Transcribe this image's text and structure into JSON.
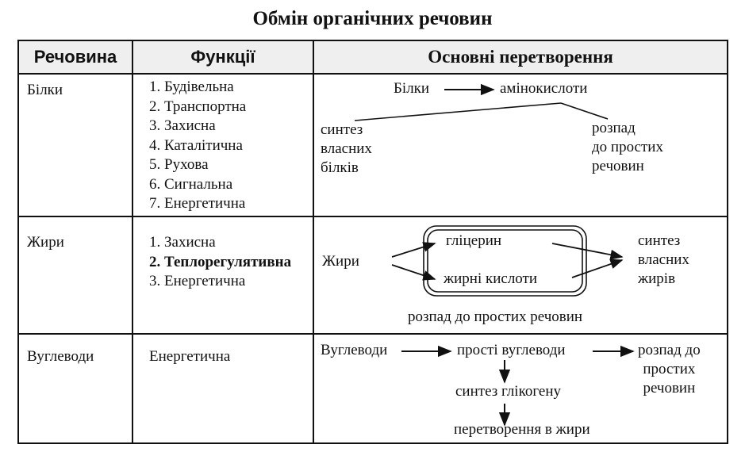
{
  "title": "Обмін органічних речовин",
  "headers": {
    "substance": "Речовина",
    "functions": "Функції",
    "transformations": "Основні перетворення"
  },
  "rows": [
    {
      "substance": "Білки",
      "functions": [
        "1. Будівельна",
        "2. Транспортна",
        "3. Захисна",
        "4. Каталітична",
        "5. Рухова",
        "6. Сигнальна",
        "7. Енергетична"
      ],
      "flow": {
        "start": "Білки",
        "product": "амінокислоти",
        "left_lines": [
          "синтез",
          "власних",
          "білків"
        ],
        "right_lines": [
          "розпад",
          "до простих",
          "речовин"
        ]
      }
    },
    {
      "substance": "Жири",
      "functions": [
        "1. Захисна",
        "2. Теплорегулятивна",
        "3. Енергетична"
      ],
      "flow": {
        "start": "Жири",
        "product_a": "гліцерин",
        "product_b": "жирні кислоти",
        "right_lines": [
          "синтез",
          "власних",
          "жирів"
        ],
        "bottom": "розпад до простих речовин"
      }
    },
    {
      "substance": "Вуглеводи",
      "functions": [
        "Енергетична"
      ],
      "flow": {
        "start": "Вуглеводи",
        "product": "прості вуглеводи",
        "right_lines": [
          "розпад до",
          "простих",
          "речовин"
        ],
        "step1": "синтез глікогену",
        "step2": "перетворення в жири"
      }
    }
  ]
}
